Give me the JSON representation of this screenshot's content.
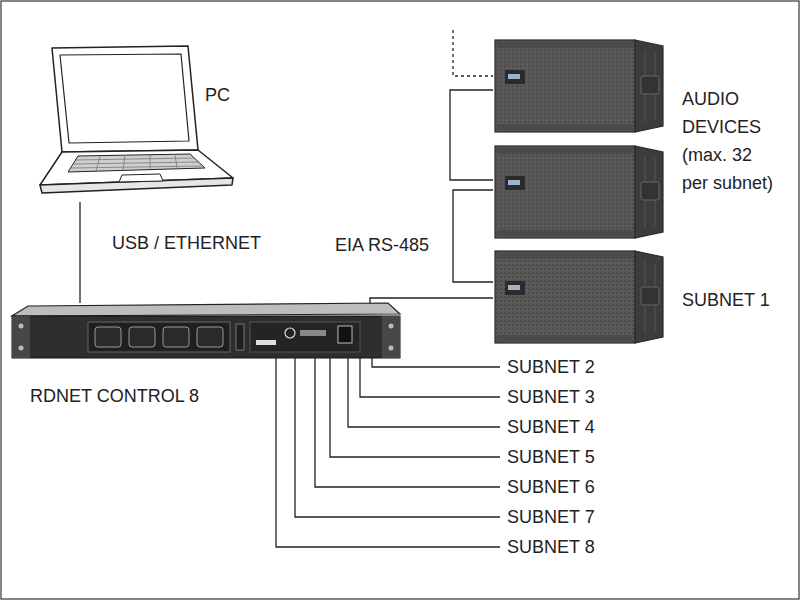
{
  "diagram": {
    "nodes": [
      {
        "text": [
          "PC"
        ]
      },
      {
        "text": [
          "RDNET CONTROL 8"
        ]
      }
    ],
    "edges": [
      {
        "from": 0,
        "to": 1,
        "arrow": "none",
        "label": "USB / ETHERNET"
      }
    ],
    "labels": [
      "AUDIO DEVICES (max. 32 per subnet)",
      "EIA RS-485",
      "SUBNET 1",
      "SUBNET 2",
      "SUBNET 3",
      "SUBNET 4",
      "SUBNET 5",
      "SUBNET 6",
      "SUBNET 7",
      "SUBNET 8"
    ]
  }
}
